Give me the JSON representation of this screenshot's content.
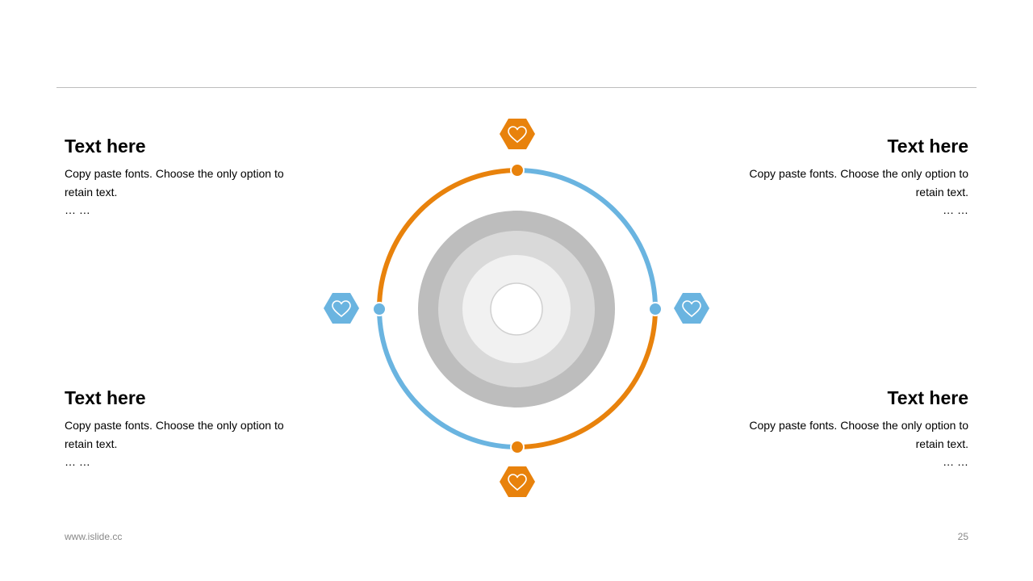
{
  "blocks": [
    {
      "title": "Text here",
      "body": "Copy paste fonts. Choose the only option to retain text.",
      "dots": "… …"
    },
    {
      "title": "Text here",
      "body": "Copy paste fonts. Choose the only option to retain text.",
      "dots": "… …"
    },
    {
      "title": "Text here",
      "body": "Copy paste fonts. Choose the only option to retain text.",
      "dots": "… …"
    },
    {
      "title": "Text here",
      "body": "Copy paste fonts. Choose the only option to retain text.",
      "dots": "… …"
    }
  ],
  "footer": {
    "site": "www.islide.cc",
    "page": "25"
  },
  "colors": {
    "orange": "#E8820C",
    "blue": "#6AB4E0",
    "ring_outer": "#BDBDBD",
    "ring_mid": "#D9D9D9",
    "ring_inner": "#F1F1F1"
  },
  "icons": {
    "top": "heart-icon",
    "right": "heart-icon",
    "bottom": "heart-icon",
    "left": "heart-icon"
  }
}
